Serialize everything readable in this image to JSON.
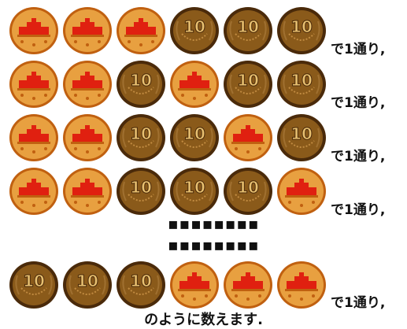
{
  "colors": {
    "gold": "#e8a040",
    "gold_dark": "#c06010",
    "red_coin_detail": "#e02010",
    "ten_coin": "#8a5a1a",
    "ten_coin_dark": "#4a2a0a"
  },
  "rows": [
    {
      "label": "で1通り,",
      "pattern": [
        "gold",
        "gold",
        "gold",
        "ten",
        "ten",
        "ten"
      ]
    },
    {
      "label": "で1通り,",
      "pattern": [
        "gold",
        "gold",
        "ten",
        "gold",
        "ten",
        "ten"
      ]
    },
    {
      "label": "で1通り,",
      "pattern": [
        "gold",
        "gold",
        "ten",
        "ten",
        "gold",
        "ten"
      ]
    },
    {
      "label": "で1通り,",
      "pattern": [
        "gold",
        "gold",
        "ten",
        "ten",
        "ten",
        "gold"
      ]
    },
    {
      "label": "で1通り,",
      "pattern": [
        "ten",
        "ten",
        "ten",
        "gold",
        "gold",
        "gold"
      ]
    }
  ],
  "dots": [
    "▪▪▪▪▪▪▪▪",
    "▪▪▪▪▪▪▪▪"
  ],
  "ten_coin_text": "10",
  "footer": "のように数えます."
}
